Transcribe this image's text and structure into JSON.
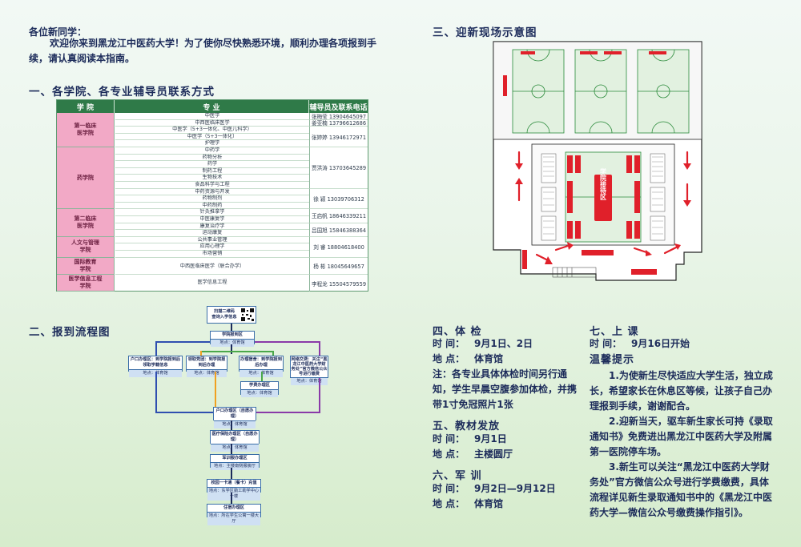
{
  "intro": {
    "greeting": "各位新同学：",
    "text": "欢迎你来到黑龙江中医药大学！为了使你尽快熟悉环境，顺利办理各项报到手续，请认真阅读本指南。"
  },
  "section1": {
    "title": "一、各学院、各专业辅导员联系方式",
    "headers": [
      "学 院",
      "专 业",
      "辅导员及联系电话"
    ],
    "colleges": [
      "第一临床\n医学院",
      "药学院",
      "第二临床\n医学院",
      "人文与管理\n学院",
      "国际教育\n学院",
      "医学信息工程\n学院"
    ],
    "majors": [
      "中医学",
      "中西医临床医学",
      "中医学（5+3一体化、中医儿科学）",
      "中医学（5+3一体化）",
      "护理学",
      "中药学",
      "药物分析",
      "药学",
      "制药工程",
      "生物技术",
      "食品科学与工程",
      "中药资源与开发",
      "药物制剂",
      "中药制药",
      "针灸推拿学",
      "中医康复学",
      "康复治疗学",
      "运动康复",
      "公共事业管理",
      "应用心理学",
      "市场营销",
      "中西医临床医学（联合办学）",
      "医学信息工程"
    ],
    "contacts": [
      "张梅莹 13904645097",
      "姜亚楠 13796612686",
      "张婷婷 13946172971",
      "贾洪涛 13703645289",
      "徐 颖 13039706312",
      "王启帆 18646339211",
      "吕国旭 15846388364",
      "刘 睿 18804618400",
      "杨 彬 18045649657",
      "李程龙 15504579559"
    ]
  },
  "section2": {
    "title": "二、报到流程图",
    "steps": {
      "scan": "扫描二维码\n查询入学信息",
      "reg_t": "学院报到区",
      "reg_b": "地点：体育馆",
      "a_t": "户口办理区：到学院报到后领取学籍信息",
      "a_b": "地点：体育馆",
      "b_t": "领取党团：到学院报到后办理",
      "b_b": "地点：体育馆",
      "c_t": "办理宿舍：到学院报到后办理",
      "c_b": "地点：体育馆",
      "d_t": "网络交费：关注“黑龙江中医药大学财务处”官方微信公众号进行缴费",
      "d_b": "地点：体育馆",
      "fee_t": "学费办理区",
      "fee_b": "地点：体育馆",
      "hukou_t": "户口办理区（自愿办理）",
      "hukou_b": "地点：体育馆",
      "ins_t": "医疗保险办理区（自愿办理）",
      "ins_b": "地点：体育馆",
      "army_t": "军训服办理区",
      "army_b": "地点：主楼南侧服装厅",
      "card_t": "校园一卡通（餐卡）充值",
      "card_b": "地点：东学区勤工助学中心一楼",
      "dorm_t": "住宿办理区",
      "dorm_b": "地点：所在学生公寓一楼大厅"
    }
  },
  "section3": {
    "title": "三、迎新现场示意图",
    "center": "学院接待区"
  },
  "section4": {
    "title": "四、体 检",
    "time_label": "时  间：",
    "time": "9月1日、2日",
    "place_label": "地  点：",
    "place": "体育馆",
    "note": "注：各专业具体体检时间另行通知，学生早晨空腹参加体检，并携带1寸免冠照片1张"
  },
  "section5": {
    "title": "五、教材发放",
    "time_label": "时  间：",
    "time": "9月1日",
    "place_label": "地  点：",
    "place": "主楼圆厅"
  },
  "section6": {
    "title": "六、军 训",
    "time_label": "时  间：",
    "time": "9月2日—9月12日",
    "place_label": "地  点：",
    "place": "体育馆"
  },
  "section7": {
    "title": "七、上 课",
    "time_label": "时  间：",
    "time": "9月16日开始"
  },
  "tips": {
    "title": "温馨提示",
    "items": [
      "1.为使新生尽快适应大学生活，独立成长，希望家长在休息区等候，让孩子自己办理报到手续，谢谢配合。",
      "2.迎新当天，驱车新生家长可持《录取通知书》免费进出黑龙江中医药大学及附属第一医院停车场。",
      "3.新生可以关注“黑龙江中医药大学财务处”官方微信公众号进行学费缴费，具体流程详见新生录取通知书中的《黑龙江中医药大学—微信公众号缴费操作指引》。"
    ]
  },
  "colors": {
    "header_green": "#2f7a48",
    "college_pink": "#f2a9c6",
    "title_navy": "#1c2b5a",
    "arrow_red": "#e0202a",
    "flow_blue": "#2f4fb0",
    "flow_orange": "#f0a020",
    "flow_purple": "#8a3aa8",
    "flow_green": "#4aa84a"
  }
}
